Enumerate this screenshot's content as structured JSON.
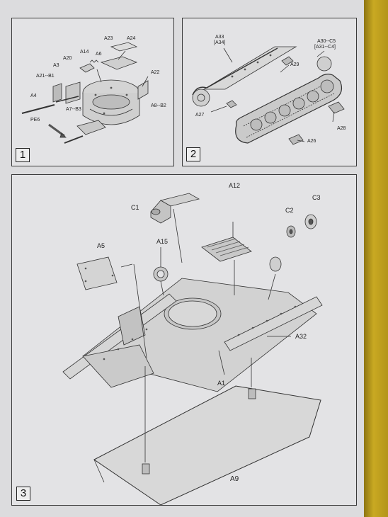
{
  "steps": [
    "1",
    "2",
    "3"
  ],
  "step1_labels": {
    "a23": "A23",
    "a24": "A24",
    "a14": "A14",
    "a6": "A6",
    "a20": "A20",
    "a3": "A3",
    "a22": "A22",
    "a21b1": "A21--B1",
    "a4": "A4",
    "a7b3": "A7--B3",
    "a8b2": "A8--B2",
    "pe6": "PE6"
  },
  "step2_labels": {
    "a33": "A33",
    "a34": "[A34]",
    "a30c5": "A30--C5",
    "a31c4": "[A31--C4]",
    "a29": "A29",
    "a27": "A27",
    "a28": "A28",
    "a26": "A26"
  },
  "step3_labels": {
    "a12": "A12",
    "c1": "C1",
    "c3": "C3",
    "c2": "C2",
    "a5": "A5",
    "a15": "A15",
    "a32": "A32",
    "a1": "A1",
    "a9": "A9"
  }
}
